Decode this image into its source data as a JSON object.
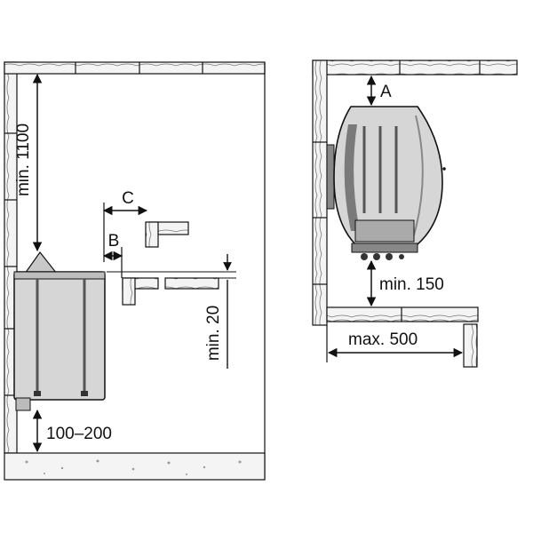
{
  "front_view": {
    "ceiling_min": "min. 1100",
    "dim_c": "C",
    "dim_b": "B",
    "bench_gap_min": "min. 20",
    "floor_gap": "100–200"
  },
  "side_view": {
    "top_clearance": "A",
    "bottom_clearance_min": "min. 150",
    "wall_to_bench_max": "max. 500"
  },
  "colors": {
    "line": "#111111",
    "wall_fill": "#f4f4f4",
    "heater_fill": "#d6d6d6",
    "heater_dark": "#7a7a7a"
  }
}
